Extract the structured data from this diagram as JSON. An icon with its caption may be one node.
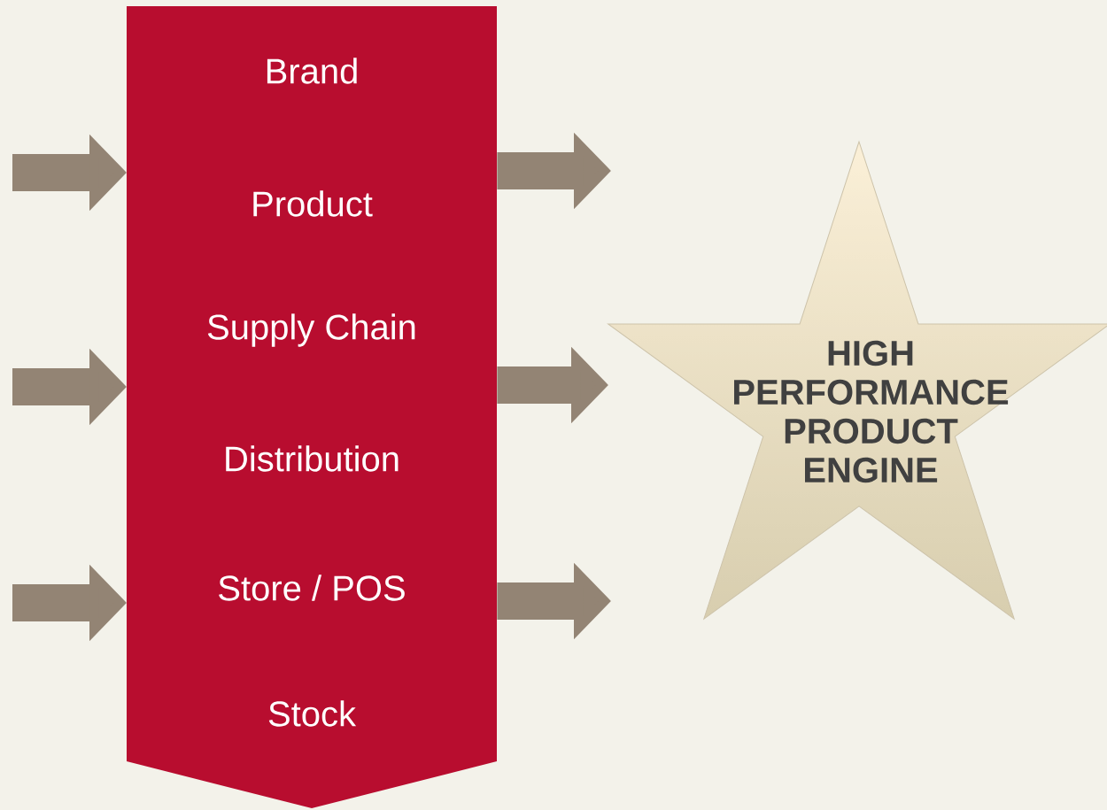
{
  "diagram": {
    "nodes": [
      {
        "text": [
          "Brand",
          "Product",
          "Supply Chain",
          "Distribution",
          "Store / POS",
          "Stock"
        ]
      },
      {
        "text": [
          "HIGH PERFORMANCE PRODUCT ENGINE"
        ]
      }
    ],
    "edges": [
      {
        "from": null,
        "to": 0,
        "arrow": "to"
      },
      {
        "from": null,
        "to": 0,
        "arrow": "to"
      },
      {
        "from": null,
        "to": 0,
        "arrow": "to"
      },
      {
        "from": 0,
        "to": null,
        "arrow": "to"
      },
      {
        "from": 0,
        "to": 1,
        "arrow": "to"
      },
      {
        "from": 0,
        "to": null,
        "arrow": "to"
      }
    ]
  }
}
